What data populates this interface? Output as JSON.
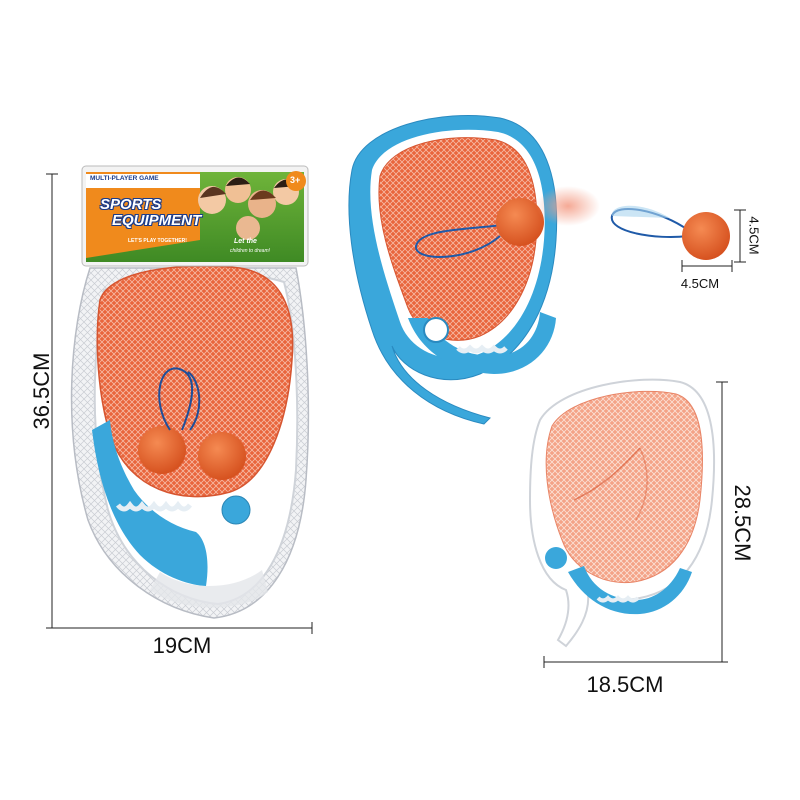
{
  "package": {
    "top_label": "MULTI-PLAYER GAME",
    "age_badge": "3+",
    "title_line1": "SPORTS",
    "title_line2": "EQUIPMENT",
    "tagline": "LET'S PLAY TOGETHER!",
    "slogan_line1": "Let the",
    "slogan_line2": "children to dream!"
  },
  "dimensions": {
    "package_height": "36.5CM",
    "package_width": "19CM",
    "ball_height": "4.5CM",
    "ball_width": "4.5CM",
    "paddle_height": "28.5CM",
    "paddle_width": "18.5CM"
  },
  "colors": {
    "net": "#e8643a",
    "blue": "#3aa7db",
    "ball": "#e8622c",
    "white_frame": "#ffffff",
    "header_orange": "#f08a1c"
  }
}
